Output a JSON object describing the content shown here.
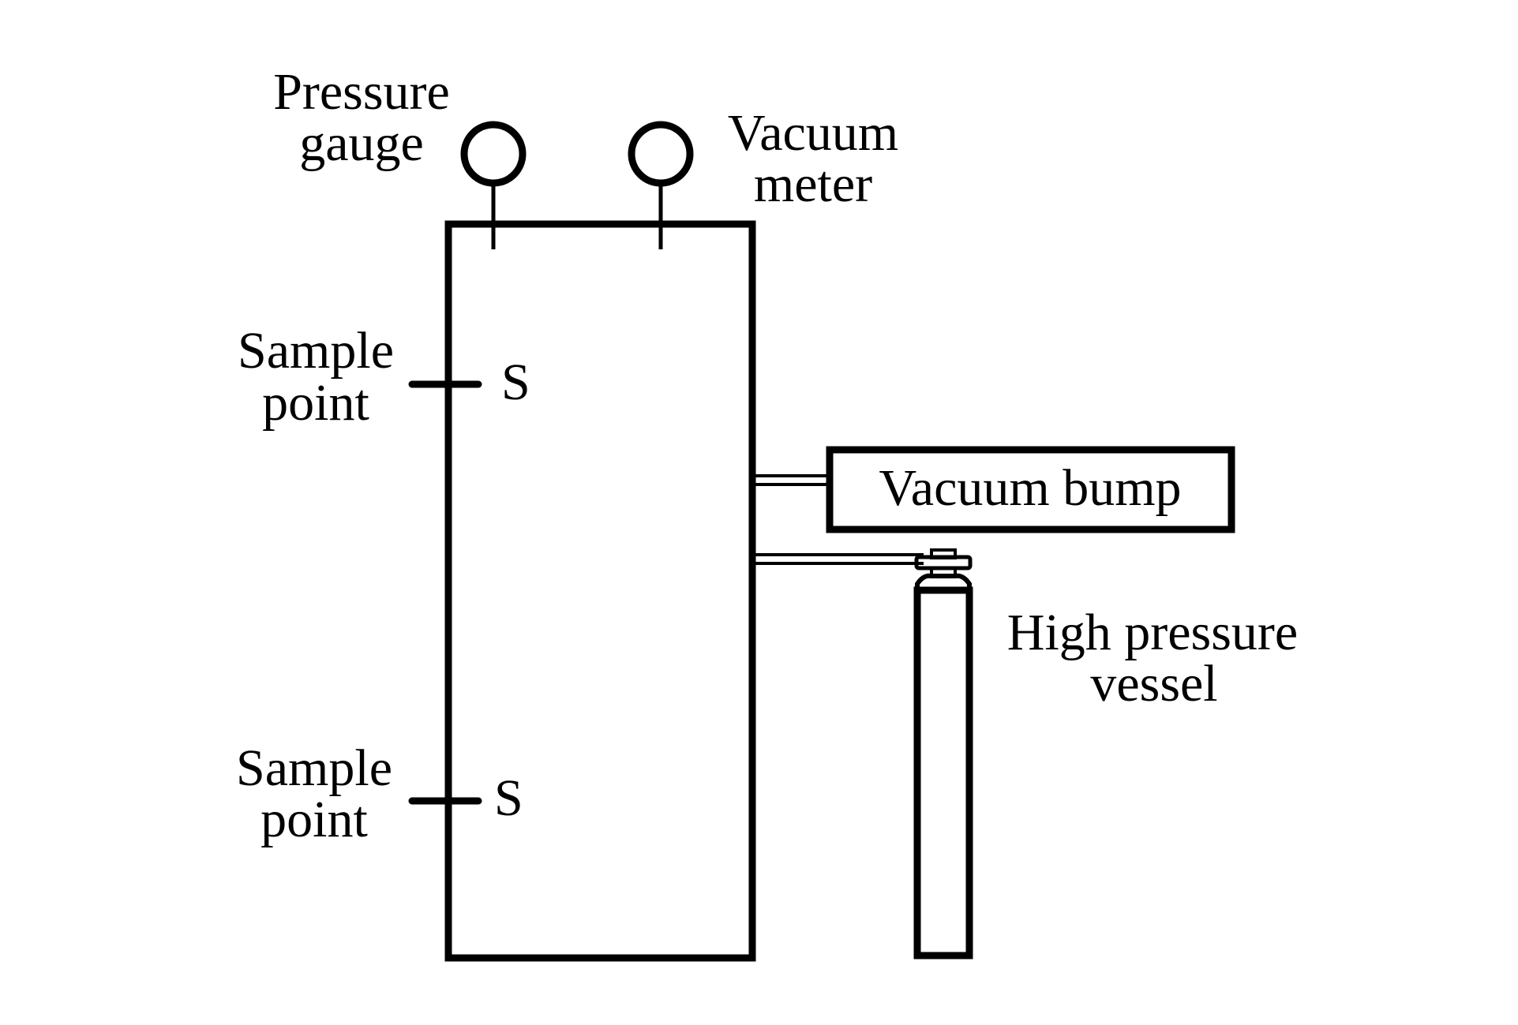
{
  "diagram": {
    "title": "Experimental apparatus schematic",
    "labels": {
      "pressure_gauge": [
        "Pressure",
        "gauge"
      ],
      "vacuum_meter": [
        "Vacuum",
        "meter"
      ],
      "sample_point_upper": [
        "Sample",
        "point"
      ],
      "sample_point_lower": [
        "Sample",
        "point"
      ],
      "sample_marker_upper": "S",
      "sample_marker_lower": "S",
      "vacuum_pump": "Vacuum bump",
      "high_pressure_vessel": [
        "High pressure",
        "vessel"
      ]
    },
    "components": [
      {
        "id": "chamber",
        "type": "vessel-box"
      },
      {
        "id": "pressure-gauge",
        "type": "gauge",
        "connects_to": "chamber"
      },
      {
        "id": "vacuum-meter",
        "type": "gauge",
        "connects_to": "chamber"
      },
      {
        "id": "sample-point-upper",
        "type": "port",
        "connects_to": "chamber"
      },
      {
        "id": "sample-point-lower",
        "type": "port",
        "connects_to": "chamber"
      },
      {
        "id": "vacuum-pump",
        "type": "pump",
        "connects_to": "chamber"
      },
      {
        "id": "high-pressure-vessel",
        "type": "gas-cylinder",
        "connects_to": "chamber"
      }
    ],
    "colors": {
      "line": "#000000",
      "background": "#ffffff"
    }
  }
}
